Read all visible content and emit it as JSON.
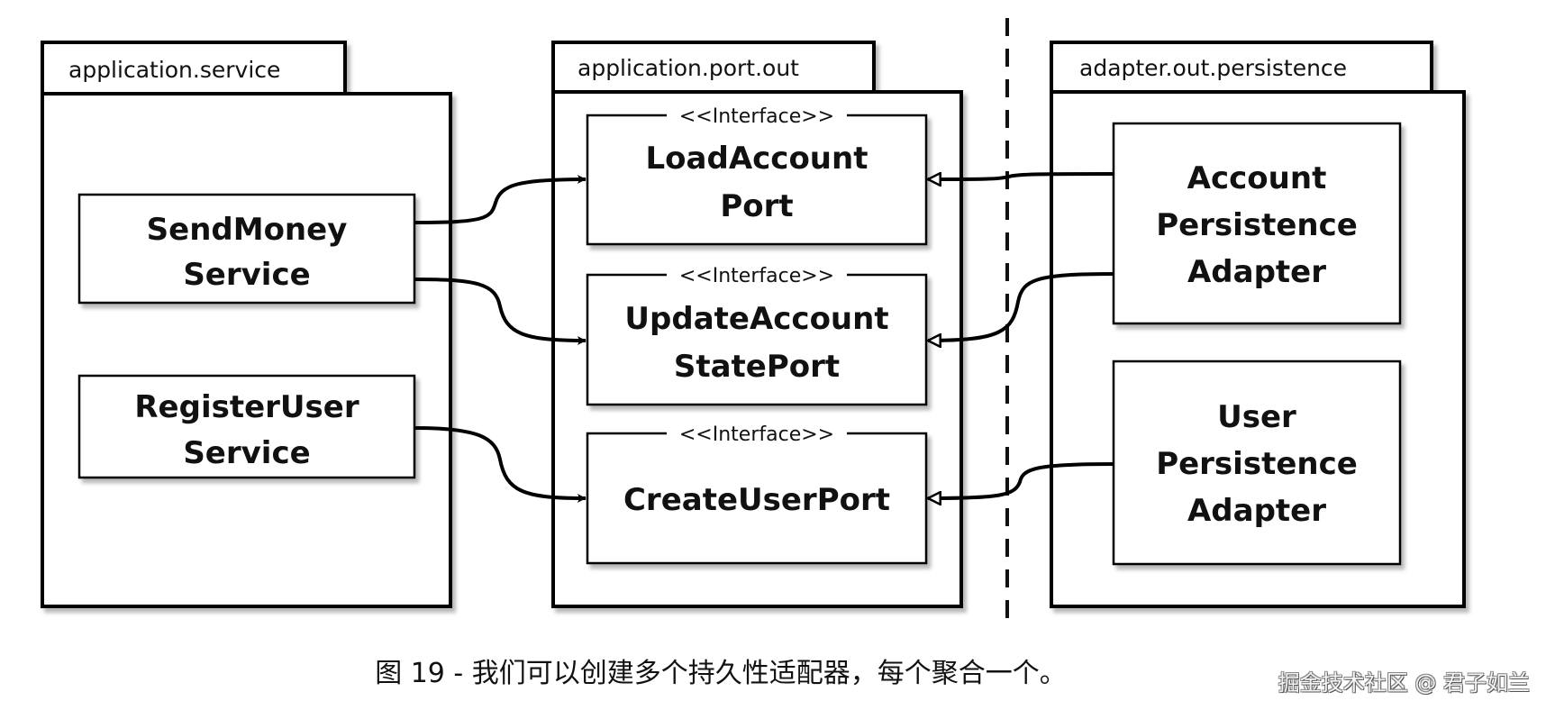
{
  "packages": [
    {
      "id": "app-service",
      "label": "application.service"
    },
    {
      "id": "app-port-out",
      "label": "application.port.out"
    },
    {
      "id": "adapter-persistence",
      "label": "adapter.out.persistence"
    }
  ],
  "services": [
    {
      "id": "send-money",
      "lines": [
        "SendMoney",
        "Service"
      ]
    },
    {
      "id": "register-user",
      "lines": [
        "RegisterUser",
        "Service"
      ]
    }
  ],
  "ports": [
    {
      "id": "load-account",
      "stereotype": "<<Interface>>",
      "lines": [
        "LoadAccount",
        "Port"
      ]
    },
    {
      "id": "update-account-state",
      "stereotype": "<<Interface>>",
      "lines": [
        "UpdateAccount",
        "StatePort"
      ]
    },
    {
      "id": "create-user",
      "stereotype": "<<Interface>>",
      "lines": [
        "CreateUserPort"
      ]
    }
  ],
  "adapters": [
    {
      "id": "account-persistence",
      "lines": [
        "Account",
        "Persistence",
        "Adapter"
      ]
    },
    {
      "id": "user-persistence",
      "lines": [
        "User",
        "Persistence",
        "Adapter"
      ]
    }
  ],
  "connections": [
    {
      "from": "send-money",
      "to": "load-account",
      "type": "uses"
    },
    {
      "from": "send-money",
      "to": "update-account-state",
      "type": "uses"
    },
    {
      "from": "register-user",
      "to": "create-user",
      "type": "uses"
    },
    {
      "from": "account-persistence",
      "to": "load-account",
      "type": "implements"
    },
    {
      "from": "account-persistence",
      "to": "update-account-state",
      "type": "implements"
    },
    {
      "from": "user-persistence",
      "to": "create-user",
      "type": "implements"
    }
  ],
  "caption": "图 19 - 我们可以创建多个持久性适配器，每个聚合一个。",
  "watermark": "掘金技术社区 @ 君子如兰"
}
